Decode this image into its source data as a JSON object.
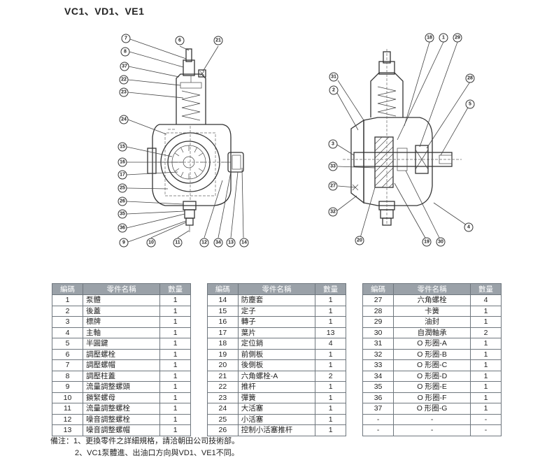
{
  "title": "VC1、VD1、VE1",
  "diagram": {
    "left_callouts": [
      "7",
      "8",
      "37",
      "22",
      "23",
      "24",
      "15",
      "16",
      "17",
      "25",
      "26",
      "35",
      "36",
      "9",
      "10",
      "11",
      "6",
      "21",
      "12",
      "34",
      "13",
      "14"
    ],
    "right_callouts": [
      "18",
      "1",
      "29",
      "31",
      "2",
      "28",
      "5",
      "3",
      "33",
      "27",
      "32",
      "4",
      "20",
      "19",
      "30"
    ]
  },
  "tables": [
    {
      "headers": [
        "編碼",
        "零件名稱",
        "數量"
      ],
      "rows": [
        [
          "1",
          "泵體",
          "1"
        ],
        [
          "2",
          "後蓋",
          "1"
        ],
        [
          "3",
          "標牌",
          "1"
        ],
        [
          "4",
          "主軸",
          "1"
        ],
        [
          "5",
          "半圓鍵",
          "1"
        ],
        [
          "6",
          "調壓螺栓",
          "1"
        ],
        [
          "7",
          "調壓螺帽",
          "1"
        ],
        [
          "8",
          "調壓柱蓋",
          "1"
        ],
        [
          "9",
          "流量調整螺頭",
          "1"
        ],
        [
          "10",
          "鎖緊螺母",
          "1"
        ],
        [
          "11",
          "流量調整螺栓",
          "1"
        ],
        [
          "12",
          "噪音調整螺栓",
          "1"
        ],
        [
          "13",
          "噪音調整螺帽",
          "1"
        ]
      ]
    },
    {
      "headers": [
        "編碼",
        "零件名稱",
        "數量"
      ],
      "rows": [
        [
          "14",
          "防塵套",
          "1"
        ],
        [
          "15",
          "定子",
          "1"
        ],
        [
          "16",
          "轉子",
          "1"
        ],
        [
          "17",
          "葉片",
          "13"
        ],
        [
          "18",
          "定位銷",
          "4"
        ],
        [
          "19",
          "前側板",
          "1"
        ],
        [
          "20",
          "後側板",
          "1"
        ],
        [
          "21",
          "六角螺栓-A",
          "2"
        ],
        [
          "22",
          "推杆",
          "1"
        ],
        [
          "23",
          "彈簧",
          "1"
        ],
        [
          "24",
          "大活塞",
          "1"
        ],
        [
          "25",
          "小活塞",
          "1"
        ],
        [
          "26",
          "控制小活塞推杆",
          "1"
        ]
      ]
    },
    {
      "headers": [
        "編碼",
        "零件名稱",
        "數量"
      ],
      "rows": [
        [
          "27",
          "六角螺栓",
          "4"
        ],
        [
          "28",
          "卡簧",
          "1"
        ],
        [
          "29",
          "油封",
          "1"
        ],
        [
          "30",
          "自潤軸承",
          "2"
        ],
        [
          "31",
          "O 形圈-A",
          "1"
        ],
        [
          "32",
          "O 形圈-B",
          "1"
        ],
        [
          "33",
          "O 形圈-C",
          "1"
        ],
        [
          "34",
          "O 形圈-D",
          "1"
        ],
        [
          "35",
          "O 形圈-E",
          "1"
        ],
        [
          "36",
          "O 形圈-F",
          "1"
        ],
        [
          "37",
          "O 形圈-G",
          "1"
        ],
        [
          "-",
          "-",
          "-"
        ],
        [
          "-",
          "-",
          "-"
        ]
      ]
    }
  ],
  "notes": [
    "備注：1、更換零件之詳細規格，請洽朝田公司技術部。",
    "2、VC1泵體進、出油口方向與VD1、VE1不同。"
  ]
}
